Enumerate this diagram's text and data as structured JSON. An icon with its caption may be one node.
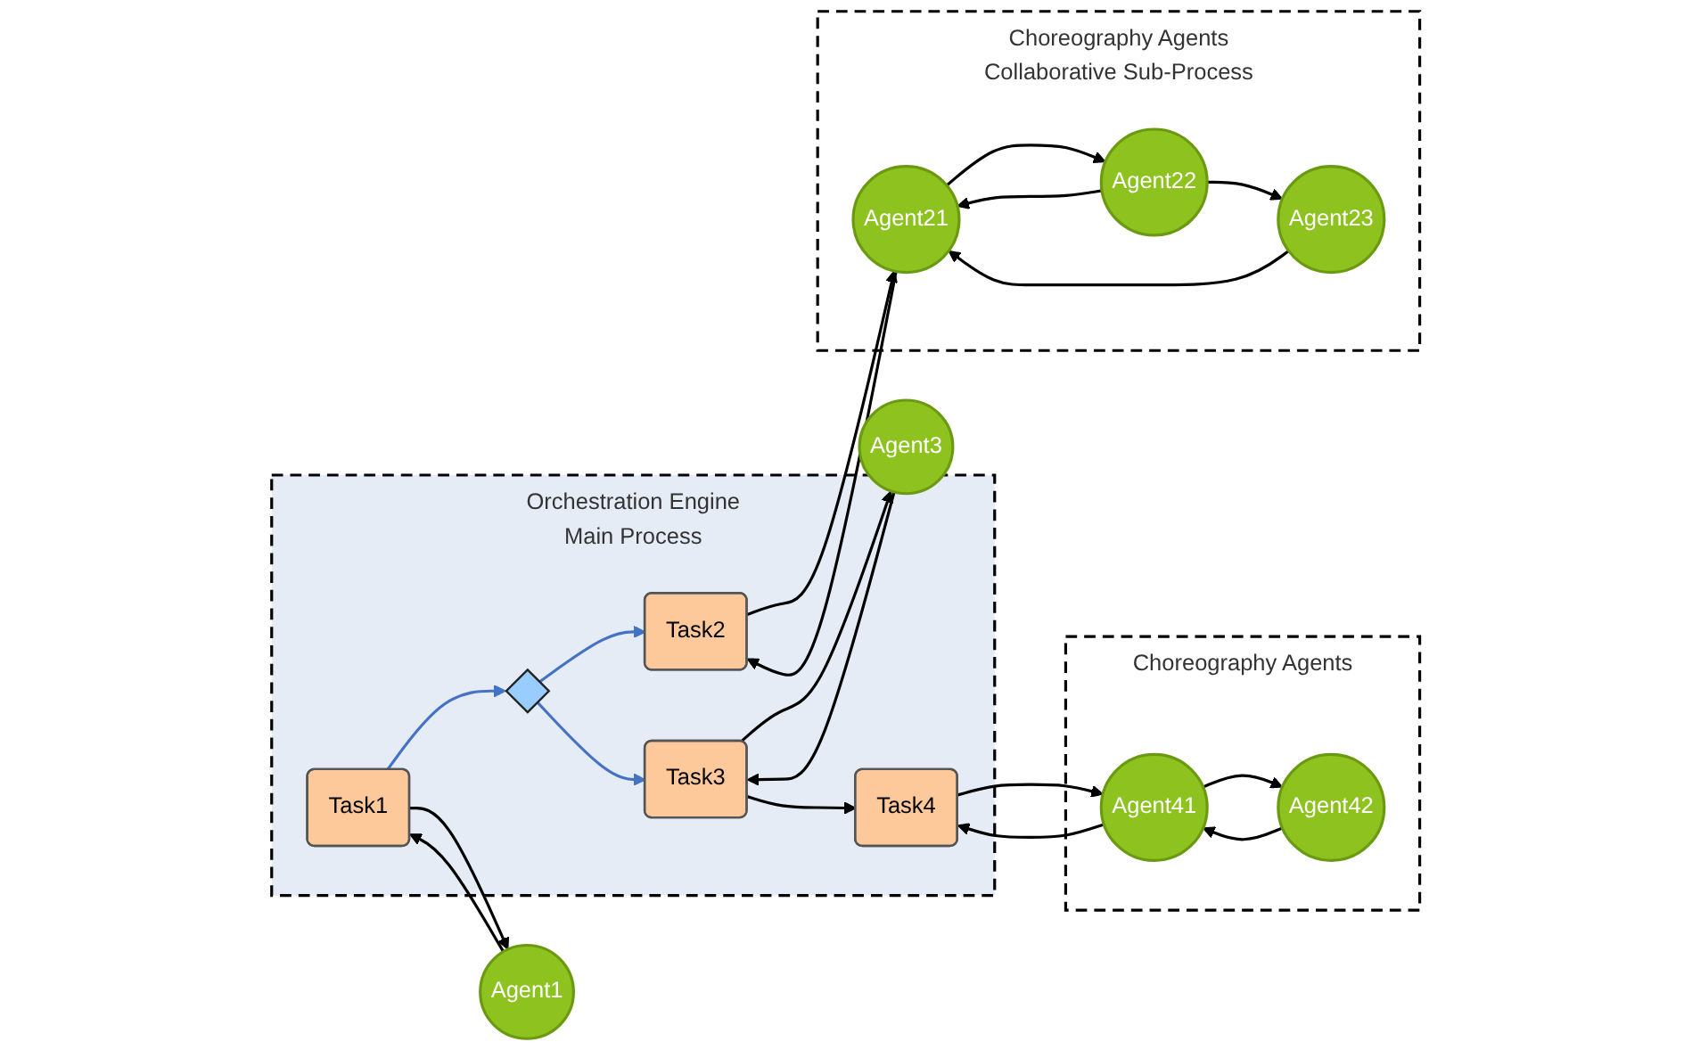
{
  "diagram": {
    "nodes": [
      {
        "text": [
          "Orchestration Engine",
          "Main Process"
        ]
      },
      {
        "text": [
          "Agent1"
        ]
      },
      {
        "text": [
          "Task1"
        ],
        "in": 0
      },
      {
        "text": [],
        "shape": "diamond",
        "in": 0
      },
      {
        "text": [
          "Task2"
        ],
        "in": 0
      },
      {
        "text": [
          "Task3"
        ],
        "in": 0
      },
      {
        "text": [
          "Task4"
        ],
        "in": 0
      },
      {
        "text": [
          "Choreography Agents",
          "Collaborative Sub-Process"
        ]
      },
      {
        "text": [
          "Agent21"
        ],
        "in": 7
      },
      {
        "text": [
          "Agent22"
        ],
        "in": 7
      },
      {
        "text": [
          "Agent23"
        ],
        "in": 7
      },
      {
        "text": [
          "Agent3"
        ]
      },
      {
        "text": [
          "Choreography Agents"
        ]
      },
      {
        "text": [
          "Agent41"
        ],
        "in": 12
      },
      {
        "text": [
          "Agent42"
        ],
        "in": 12
      }
    ],
    "edges": [
      {
        "from": 2,
        "to": 1,
        "arrow": "to"
      },
      {
        "from": 1,
        "to": 2,
        "arrow": "to"
      },
      {
        "from": 2,
        "to": 3,
        "arrow": "to",
        "color": "#4472c4"
      },
      {
        "from": 3,
        "to": 4,
        "arrow": "to",
        "color": "#4472c4"
      },
      {
        "from": 3,
        "to": 5,
        "arrow": "to",
        "color": "#4472c4"
      },
      {
        "from": 5,
        "to": 6,
        "arrow": "to"
      },
      {
        "from": 5,
        "to": 11,
        "arrow": "to"
      },
      {
        "from": 11,
        "to": 5,
        "arrow": "to"
      },
      {
        "from": 4,
        "to": 8,
        "arrow": "to"
      },
      {
        "from": 8,
        "to": 4,
        "arrow": "to"
      },
      {
        "from": 8,
        "to": 9,
        "arrow": "to"
      },
      {
        "from": 9,
        "to": 8,
        "arrow": "to"
      },
      {
        "from": 9,
        "to": 10,
        "arrow": "to"
      },
      {
        "from": 10,
        "to": 8,
        "arrow": "to"
      },
      {
        "from": 6,
        "to": 13,
        "arrow": "to"
      },
      {
        "from": 13,
        "to": 6,
        "arrow": "to"
      },
      {
        "from": 13,
        "to": 14,
        "arrow": "to"
      },
      {
        "from": 14,
        "to": 13,
        "arrow": "to"
      }
    ]
  }
}
